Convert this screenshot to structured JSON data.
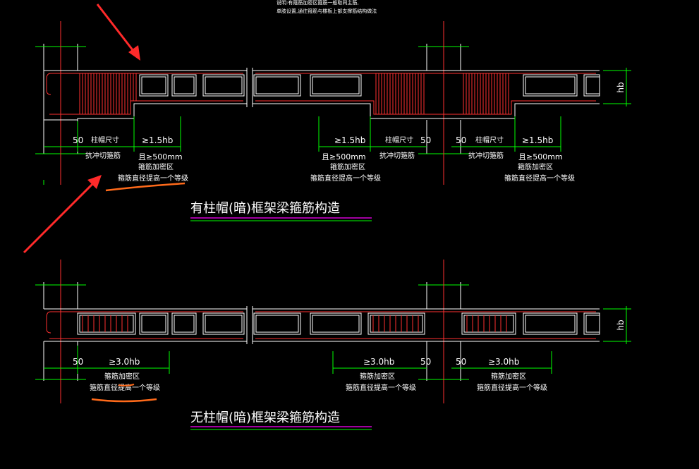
{
  "note_line1": "说明:有箍筋加密区箍筋一般取同主筋,",
  "note_line2": "单肢设置,通往箍筋与楼板上部支撑筋结构做法",
  "diagram1": {
    "title": "有柱帽(暗)框架梁箍筋构造",
    "hb": "hb",
    "d50": "50",
    "cap_size": "柱帽尺寸",
    "ge15": "≥1.5hb",
    "punch": "抗冲切箍筋",
    "ge500": "且≥500mm",
    "dense": "箍筋加密区",
    "raise": "箍筋直径提高一个等级"
  },
  "diagram2": {
    "title": "无柱帽(暗)框架梁箍筋构造",
    "hb": "hb",
    "d50": "50",
    "ge30": "≥3.0hb",
    "dense": "箍筋加密区",
    "raise": "箍筋直径提高一个等级"
  },
  "colors": {
    "background": "#000000",
    "column_line": "#ffffff",
    "rebar": "#ff3030",
    "dim": "#00ff00",
    "text": "#ffffff",
    "title_underline": "#ff00ff",
    "arrow": "#ff2a2a",
    "highlight": "#ff6a1a"
  }
}
